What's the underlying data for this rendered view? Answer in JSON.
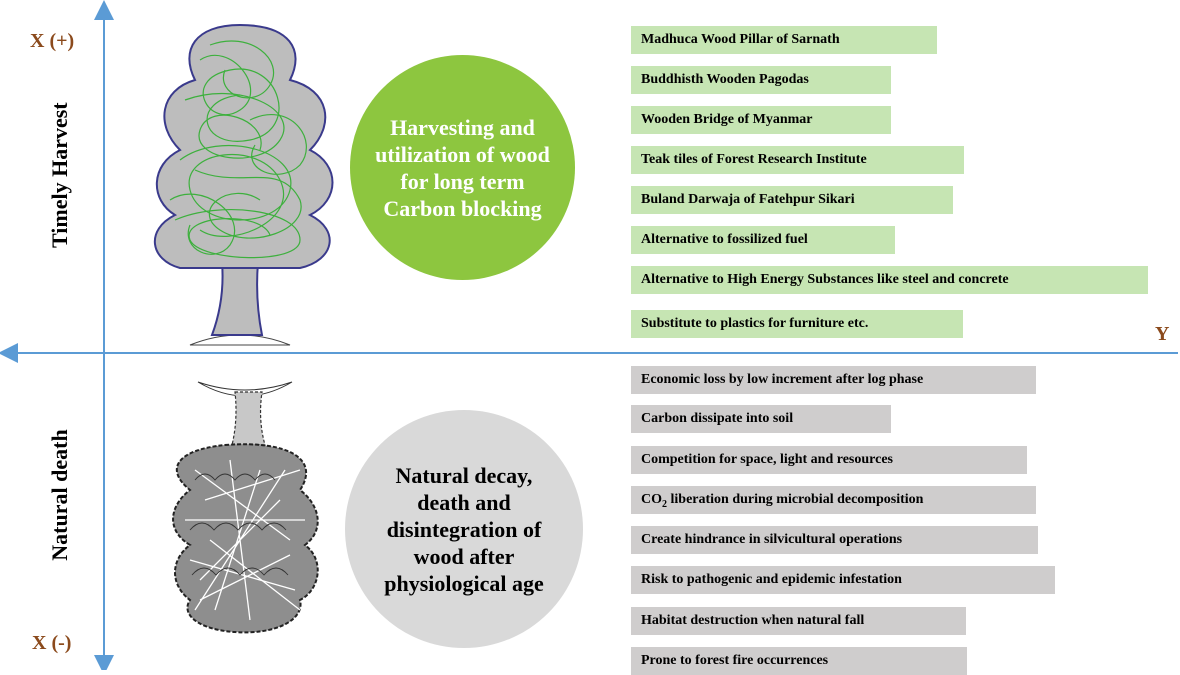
{
  "axes": {
    "x_plus": "X (+)",
    "x_minus": "X (-)",
    "y": "Y",
    "axis_color": "#5B9BD5"
  },
  "upper": {
    "side_label": "Timely Harvest",
    "circle_text": "Harvesting and utilization of wood for long term Carbon blocking",
    "circle_color": "#8DC63F",
    "bar_color": "#C6E5B3",
    "items": [
      "Madhuca Wood Pillar of Sarnath",
      "Buddhisth Wooden Pagodas",
      "Wooden Bridge of Myanmar",
      "Teak tiles of Forest Research Institute",
      "Buland Darwaja of Fatehpur Sikari",
      "Alternative to fossilized fuel",
      "Alternative to High Energy Substances like steel and concrete",
      "Substitute to plastics for furniture etc."
    ]
  },
  "lower": {
    "side_label": "Natural death",
    "circle_text": "Natural decay, death and disintegration of wood after physiological age",
    "circle_color": "#D9D9D9",
    "bar_color": "#CFCDCD",
    "items": [
      "Economic loss by low increment after log phase",
      "Carbon dissipate into soil",
      "Competition for space, light and resources",
      "CO2 liberation during microbial decomposition",
      "Create hindrance in silvicultural operations",
      "Risk to pathogenic and epidemic infestation",
      "Habitat destruction when natural fall",
      "Prone to forest fire occurrences"
    ]
  }
}
